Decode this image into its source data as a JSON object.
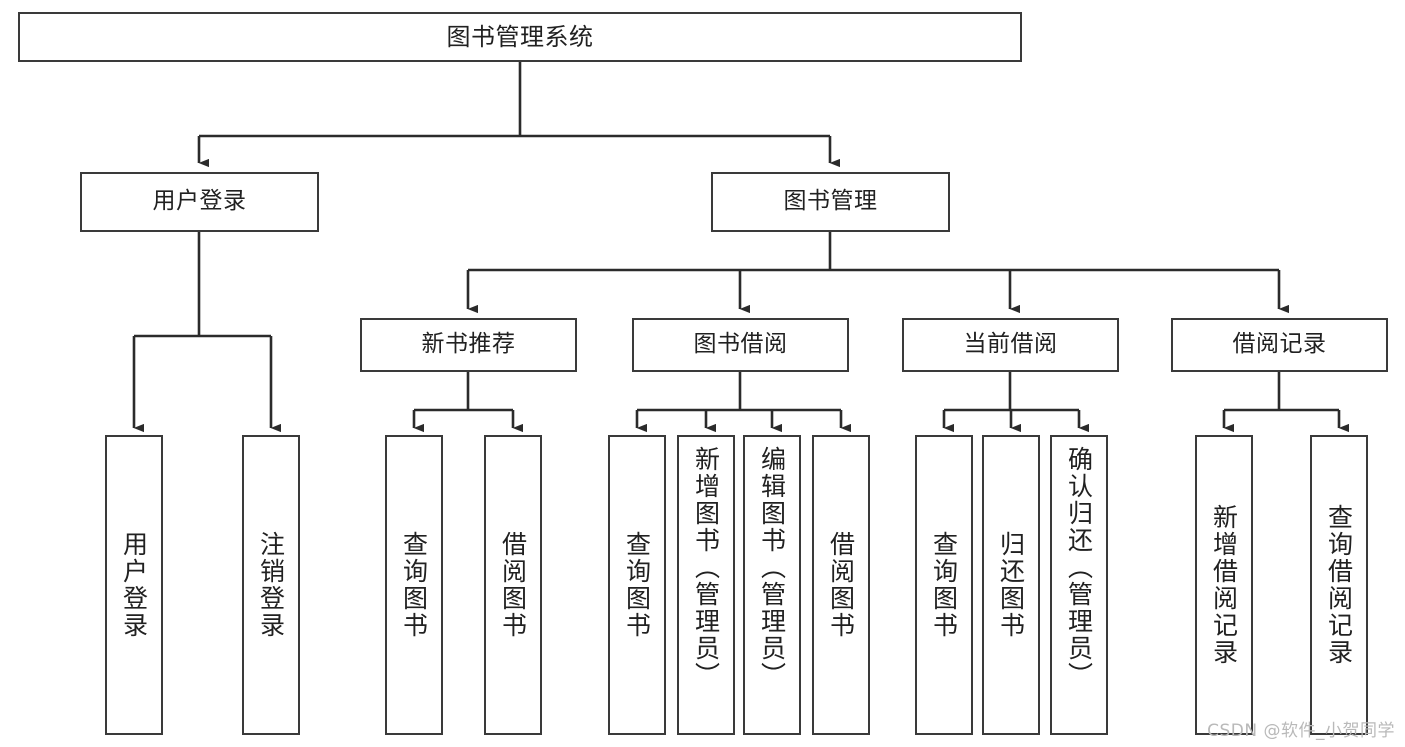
{
  "diagram": {
    "title": "图书管理系统",
    "type": "hierarchy-tree",
    "watermark": "CSDN @软件_小贺同学",
    "colors": {
      "background": "#ffffff",
      "box_border": "#3a3a3a",
      "box_fill": "#ffffff",
      "connector": "#2b2b2b",
      "text": "#212121",
      "watermark": "#b9b9b9"
    },
    "levels": {
      "root": {
        "label": "图书管理系统"
      },
      "level2": [
        {
          "label": "用户登录"
        },
        {
          "label": "图书管理"
        }
      ],
      "level3": [
        {
          "label": "新书推荐"
        },
        {
          "label": "图书借阅"
        },
        {
          "label": "当前借阅"
        },
        {
          "label": "借阅记录"
        }
      ],
      "leaves": {
        "user_login": [
          {
            "label": "用户登录"
          },
          {
            "label": "注销登录"
          }
        ],
        "new_book_recommend": [
          {
            "label": "查询图书"
          },
          {
            "label": "借阅图书"
          }
        ],
        "book_borrow": [
          {
            "label": "查询图书"
          },
          {
            "label": "新增图书（管理员）"
          },
          {
            "label": "编辑图书（管理员）"
          },
          {
            "label": "借阅图书"
          }
        ],
        "current_borrow": [
          {
            "label": "查询图书"
          },
          {
            "label": "归还图书"
          },
          {
            "label": "确认归还（管理员）"
          }
        ],
        "borrow_record": [
          {
            "label": "新增借阅记录"
          },
          {
            "label": "查询借阅记录"
          }
        ]
      }
    }
  }
}
